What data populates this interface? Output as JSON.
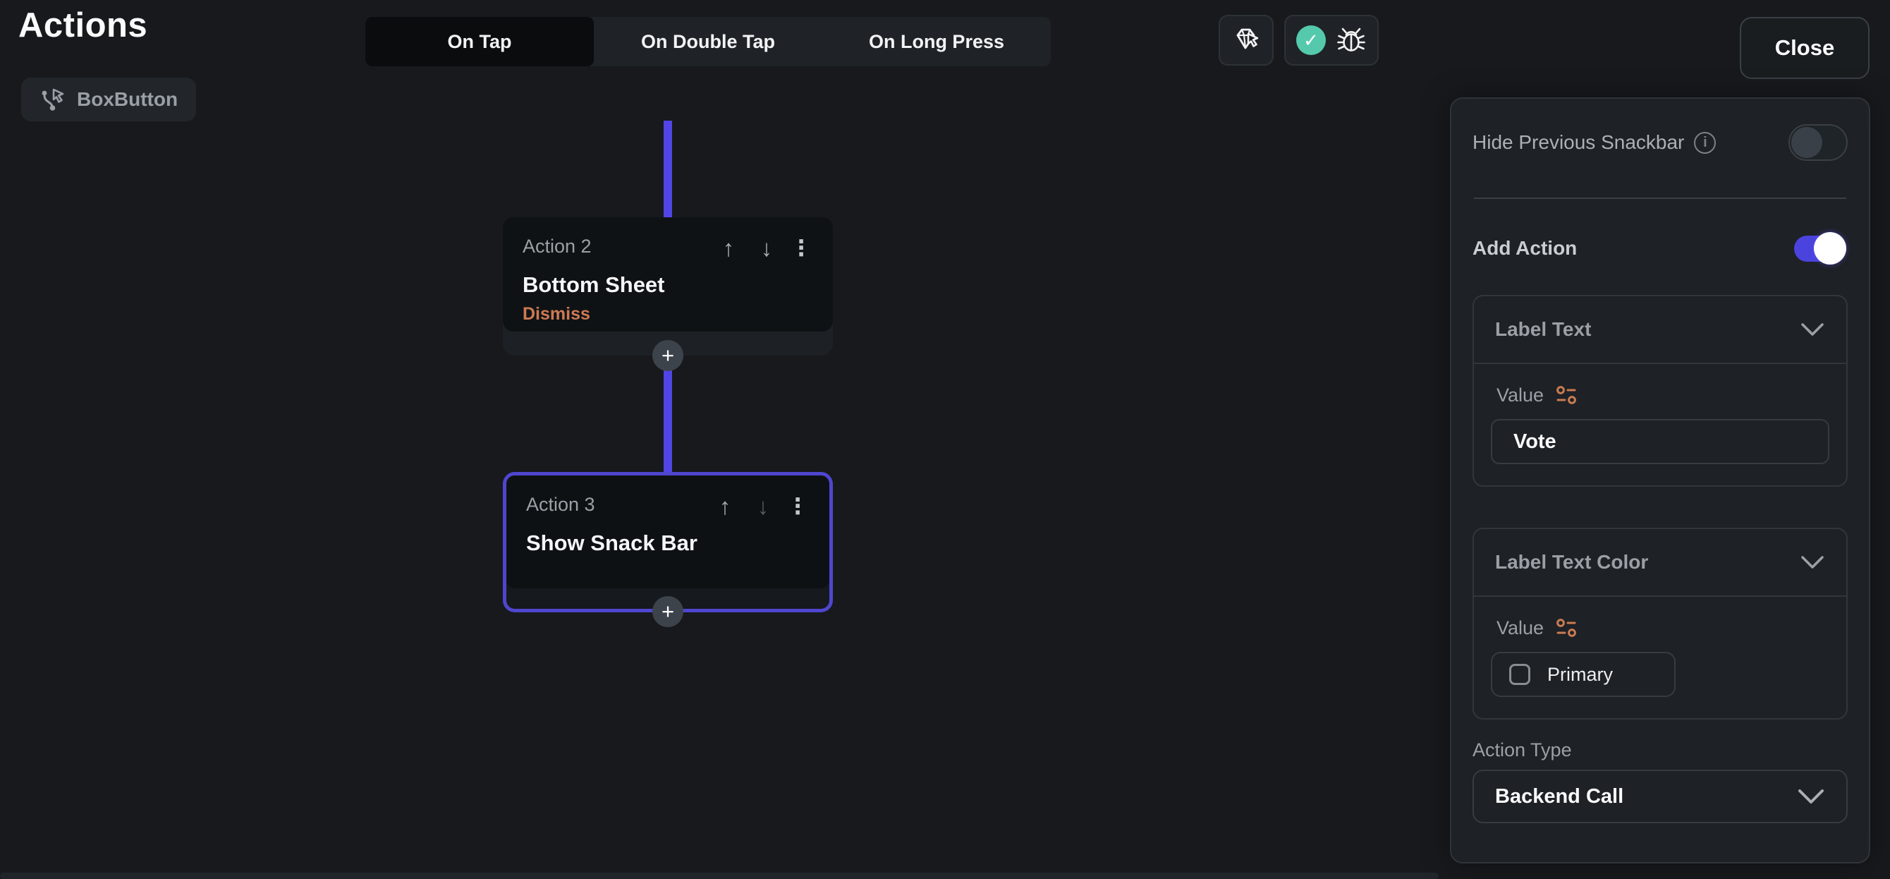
{
  "header": {
    "title": "Actions",
    "tabs": [
      {
        "label": "On Tap",
        "selected": true
      },
      {
        "label": "On Double Tap",
        "selected": false
      },
      {
        "label": "On Long Press",
        "selected": false
      }
    ],
    "close_label": "Close"
  },
  "widget_chip": {
    "label": "BoxButton"
  },
  "canvas": {
    "actions": [
      {
        "index_label": "Action 2",
        "title": "Bottom Sheet",
        "subtitle": "Dismiss",
        "selected": false,
        "move_up_enabled": true,
        "move_down_enabled": true
      },
      {
        "index_label": "Action 3",
        "title": "Show Snack Bar",
        "selected": true,
        "move_up_enabled": true,
        "move_down_enabled": false
      }
    ]
  },
  "panel": {
    "hide_previous_snackbar": {
      "label": "Hide Previous Snackbar",
      "toggle_on": false
    },
    "add_action": {
      "label": "Add Action",
      "toggle_on": true
    },
    "sections": [
      {
        "title": "Label Text",
        "value_label": "Value",
        "value": "Vote"
      },
      {
        "title": "Label Text Color",
        "value_label": "Value",
        "value": "Primary",
        "checked": false
      }
    ],
    "action_type": {
      "label": "Action Type",
      "value": "Backend Call"
    }
  },
  "icons": {
    "up": "↑",
    "down": "↓",
    "kebab": "⋮",
    "plus": "+",
    "check": "✓",
    "info": "i"
  },
  "colors": {
    "accent_line": "#5145e6",
    "selected_border": "#4f46cf",
    "toggle_on": "#4a43dd",
    "dismiss_orange": "#cd7a52",
    "value_icon_orange": "#c97c52",
    "check_teal": "#55c9ac",
    "page_bg": "#17191c",
    "panel_bg": "#1e2125",
    "card_bg": "#0f1215"
  }
}
